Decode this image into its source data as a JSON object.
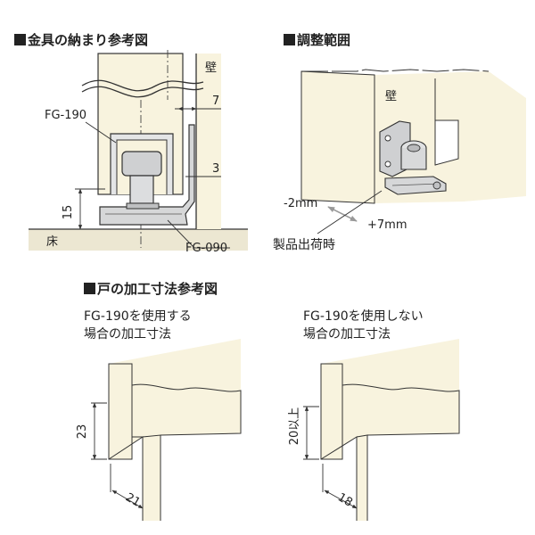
{
  "sections": {
    "fitting": {
      "title": "金具の納まり参考図"
    },
    "adjust": {
      "title": "調整範囲"
    },
    "door": {
      "title": "戸の加工寸法参考図"
    }
  },
  "fitting": {
    "wall": "壁",
    "floor": "床",
    "part_top": "FG-190",
    "part_bottom": "FG-090",
    "dim_gap": "7",
    "dim_side": "3",
    "dim_height": "15"
  },
  "adjust": {
    "wall": "壁",
    "minus": "-2mm",
    "plus": "+7mm",
    "factory": "製品出荷時"
  },
  "door": {
    "with": {
      "line1": "FG-190を使用する",
      "line2": "場合の加工寸法",
      "depth": "23",
      "width": "21"
    },
    "without": {
      "line1": "FG-190を使用しない",
      "line2": "場合の加工寸法",
      "depth": "20以上",
      "width": "18"
    }
  },
  "colors": {
    "cream": "#f8f3de",
    "floor": "#ece7d2",
    "metal": "#d2d3d4",
    "outline": "#333333"
  }
}
